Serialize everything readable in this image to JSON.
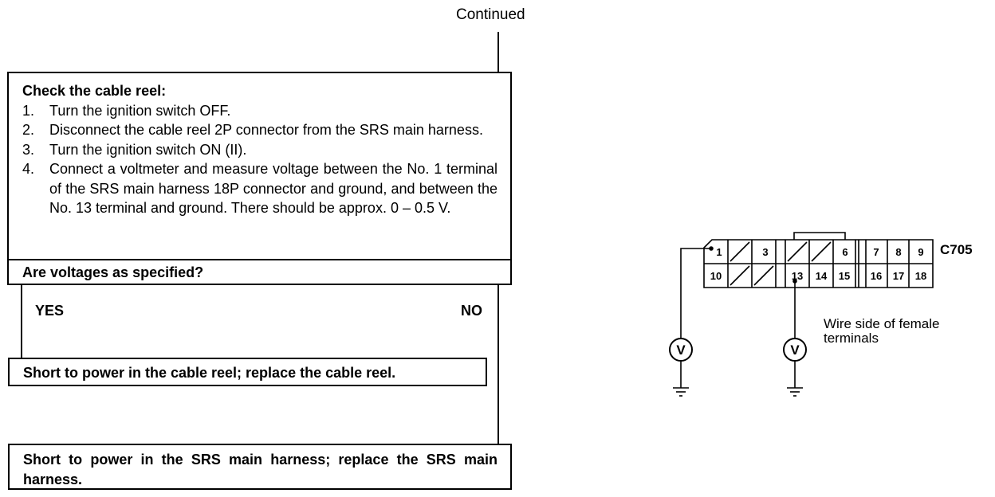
{
  "flow": {
    "continued": "Continued",
    "check": {
      "title": "Check the cable reel:",
      "steps": [
        {
          "num": "1.",
          "text": "Turn the ignition switch OFF."
        },
        {
          "num": "2.",
          "text": "Disconnect the cable reel 2P connector from the SRS main harness."
        },
        {
          "num": "3.",
          "text": "Turn the ignition switch ON (II)."
        },
        {
          "num": "4.",
          "text": "Connect a voltmeter and measure voltage between the No. 1 terminal of the SRS main harness 18P connector and ground, and between the No. 13 terminal and ground. There should be approx. 0 – 0.5 V."
        }
      ],
      "question": "Are voltages as specified?"
    },
    "yes_label": "YES",
    "no_label": "NO",
    "yes_result": "Short to power in the cable reel; replace the cable reel.",
    "no_result": "Short to power in the SRS main harness; replace the SRS main harness."
  },
  "connector": {
    "id": "C705",
    "top_row": [
      "1",
      "",
      "3",
      "",
      "",
      "6",
      "7",
      "8",
      "9"
    ],
    "bottom_row": [
      "10",
      "",
      "",
      "13",
      "14",
      "15",
      "16",
      "17",
      "18"
    ],
    "meter_symbol": "V",
    "note": [
      "Wire side of female",
      "terminals"
    ]
  }
}
